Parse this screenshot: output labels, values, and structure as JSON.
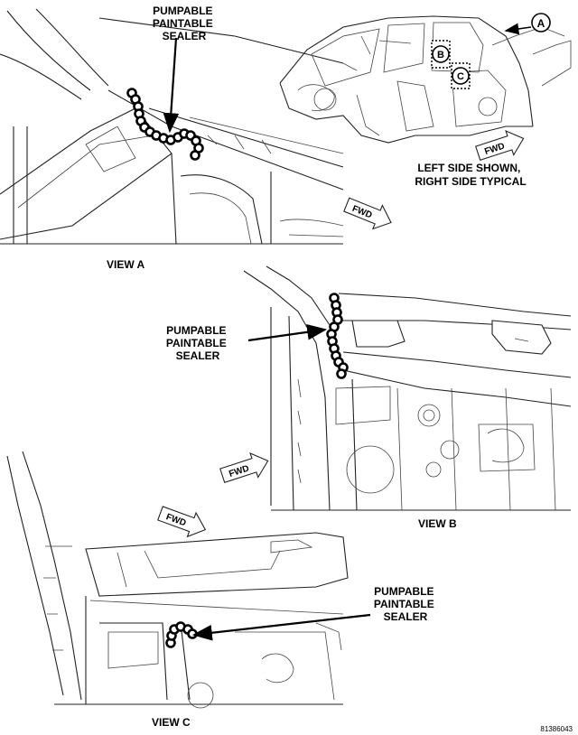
{
  "figure_id": "81386043",
  "orientation_note": "LEFT SIDE SHOWN, RIGHT SIDE TYPICAL",
  "orientation_note_lines": [
    "LEFT SIDE SHOWN,",
    "RIGHT SIDE TYPICAL"
  ],
  "fwd_label": "FWD",
  "callouts": {
    "a": "A",
    "b": "B",
    "c": "C"
  },
  "views": [
    {
      "title": "VIEW A",
      "sealer_label": [
        "PUMPABLE",
        "PAINTABLE",
        "SEALER"
      ]
    },
    {
      "title": "VIEW B",
      "sealer_label": [
        "PUMPABLE",
        "PAINTABLE",
        "SEALER"
      ]
    },
    {
      "title": "VIEW C",
      "sealer_label": [
        "PUMPABLE",
        "PAINTABLE",
        "SEALER"
      ]
    }
  ]
}
